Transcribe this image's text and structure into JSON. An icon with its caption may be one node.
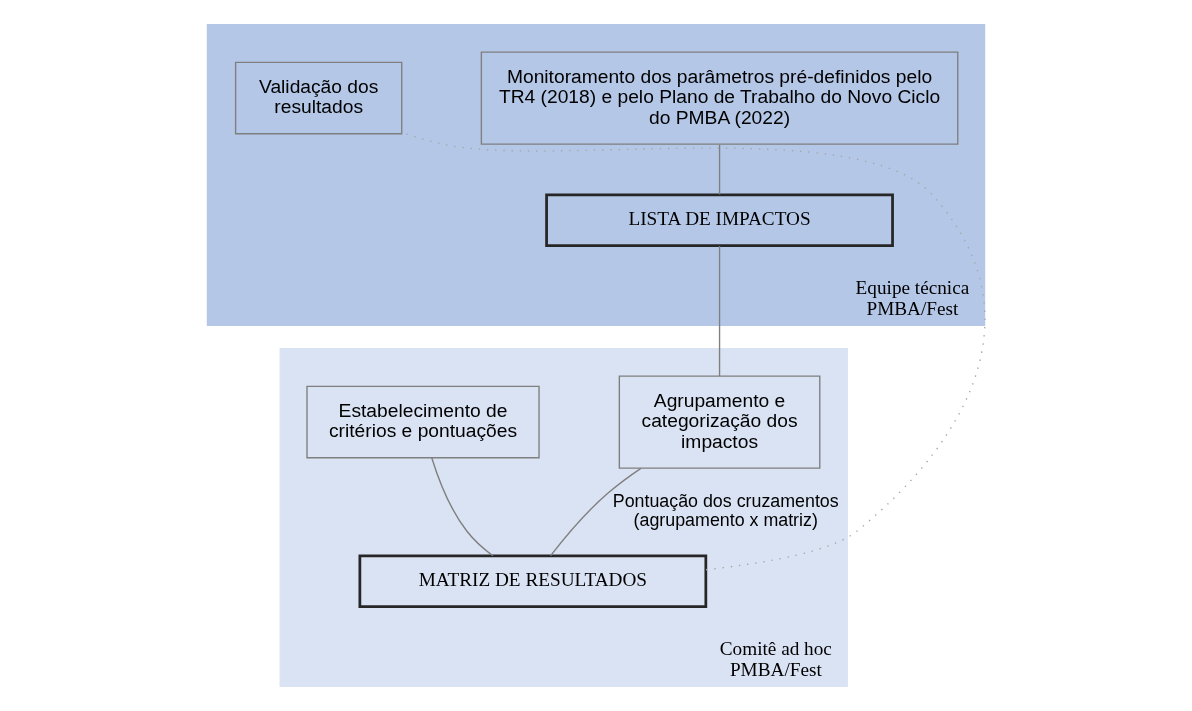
{
  "diagram": {
    "nodes": [
      {
        "text": [
          "Equipe técnica PMBA/Fest"
        ]
      },
      {
        "text": [
          "Monitoramento dos parâmetros pré-definidos pelo TR4 (2018) e pelo Plano de Trabalho do Novo Ciclo do PMBA (2022)"
        ],
        "in": 0
      },
      {
        "text": [
          "LISTA DE IMPACTOS"
        ],
        "in": 0
      },
      {
        "text": [
          "Validação dos resultados"
        ],
        "in": 0
      },
      {
        "text": [
          "Comitê ad hoc PMBA/Fest"
        ]
      },
      {
        "text": [
          "Agrupamento e categorização dos impactos"
        ],
        "in": 4
      },
      {
        "text": [
          "Estabelecimento de critérios e pontuações"
        ],
        "in": 4
      },
      {
        "text": [
          "MATRIZ DE RESULTADOS"
        ],
        "in": 4
      }
    ],
    "edges": [
      {
        "from": 1,
        "to": 2,
        "arrow": "none"
      },
      {
        "from": 2,
        "to": 5,
        "arrow": "none"
      },
      {
        "from": 5,
        "to": 7,
        "arrow": "none",
        "label": "Pontuação dos cruzamentos (agrupamento x matriz)"
      },
      {
        "from": 6,
        "to": 7,
        "arrow": "none"
      },
      {
        "from": 7,
        "to": 3,
        "arrow": "none",
        "style": "dashed",
        "color": "#a6a6a6"
      }
    ]
  }
}
